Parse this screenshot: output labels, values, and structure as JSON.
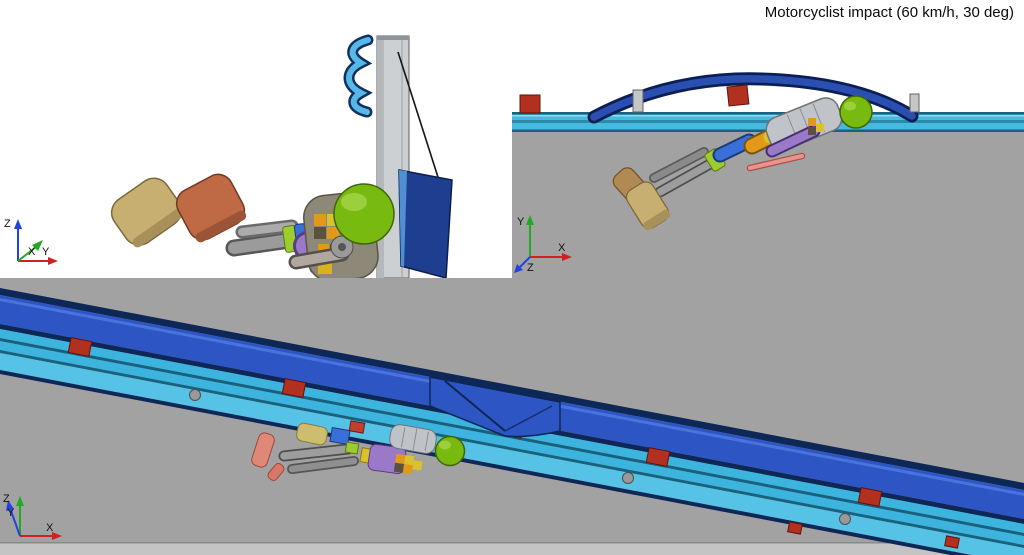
{
  "header": {
    "title": "Motorcyclist impact (60 km/h, 30 deg)"
  },
  "viewports": {
    "side": {
      "axes": {
        "z": "Z",
        "x": "X",
        "y": "Y"
      }
    },
    "rear": {
      "axes": {
        "y": "Y",
        "x": "X",
        "z": "Z"
      }
    },
    "top": {
      "axes": {
        "z": "Z",
        "y": "Y",
        "x": "X"
      }
    }
  },
  "colors": {
    "background_sky": "#ffffff",
    "ground": "#a2a2a2",
    "ground_edge": "#c4c4c4",
    "rail_cyan": "#3db4de",
    "rail_cyan_light": "#55c2e6",
    "rail_blue": "#2e55c4",
    "rail_navy": "#0d2757",
    "post_red": "#b23020",
    "post_gray": "#c6c6c6",
    "helmet_green": "#79ba10",
    "boot_tan": "#c7af72",
    "boot_orange": "#bf6a45",
    "suit_purple": "#9a79c8",
    "suit_orange": "#e09a18",
    "suit_yellow": "#d9c22e",
    "suit_blue": "#3a6fd8",
    "suit_lime": "#9ccc2e",
    "axis_x": "#cc2222",
    "axis_y": "#22aa22",
    "axis_z": "#2244dd"
  }
}
